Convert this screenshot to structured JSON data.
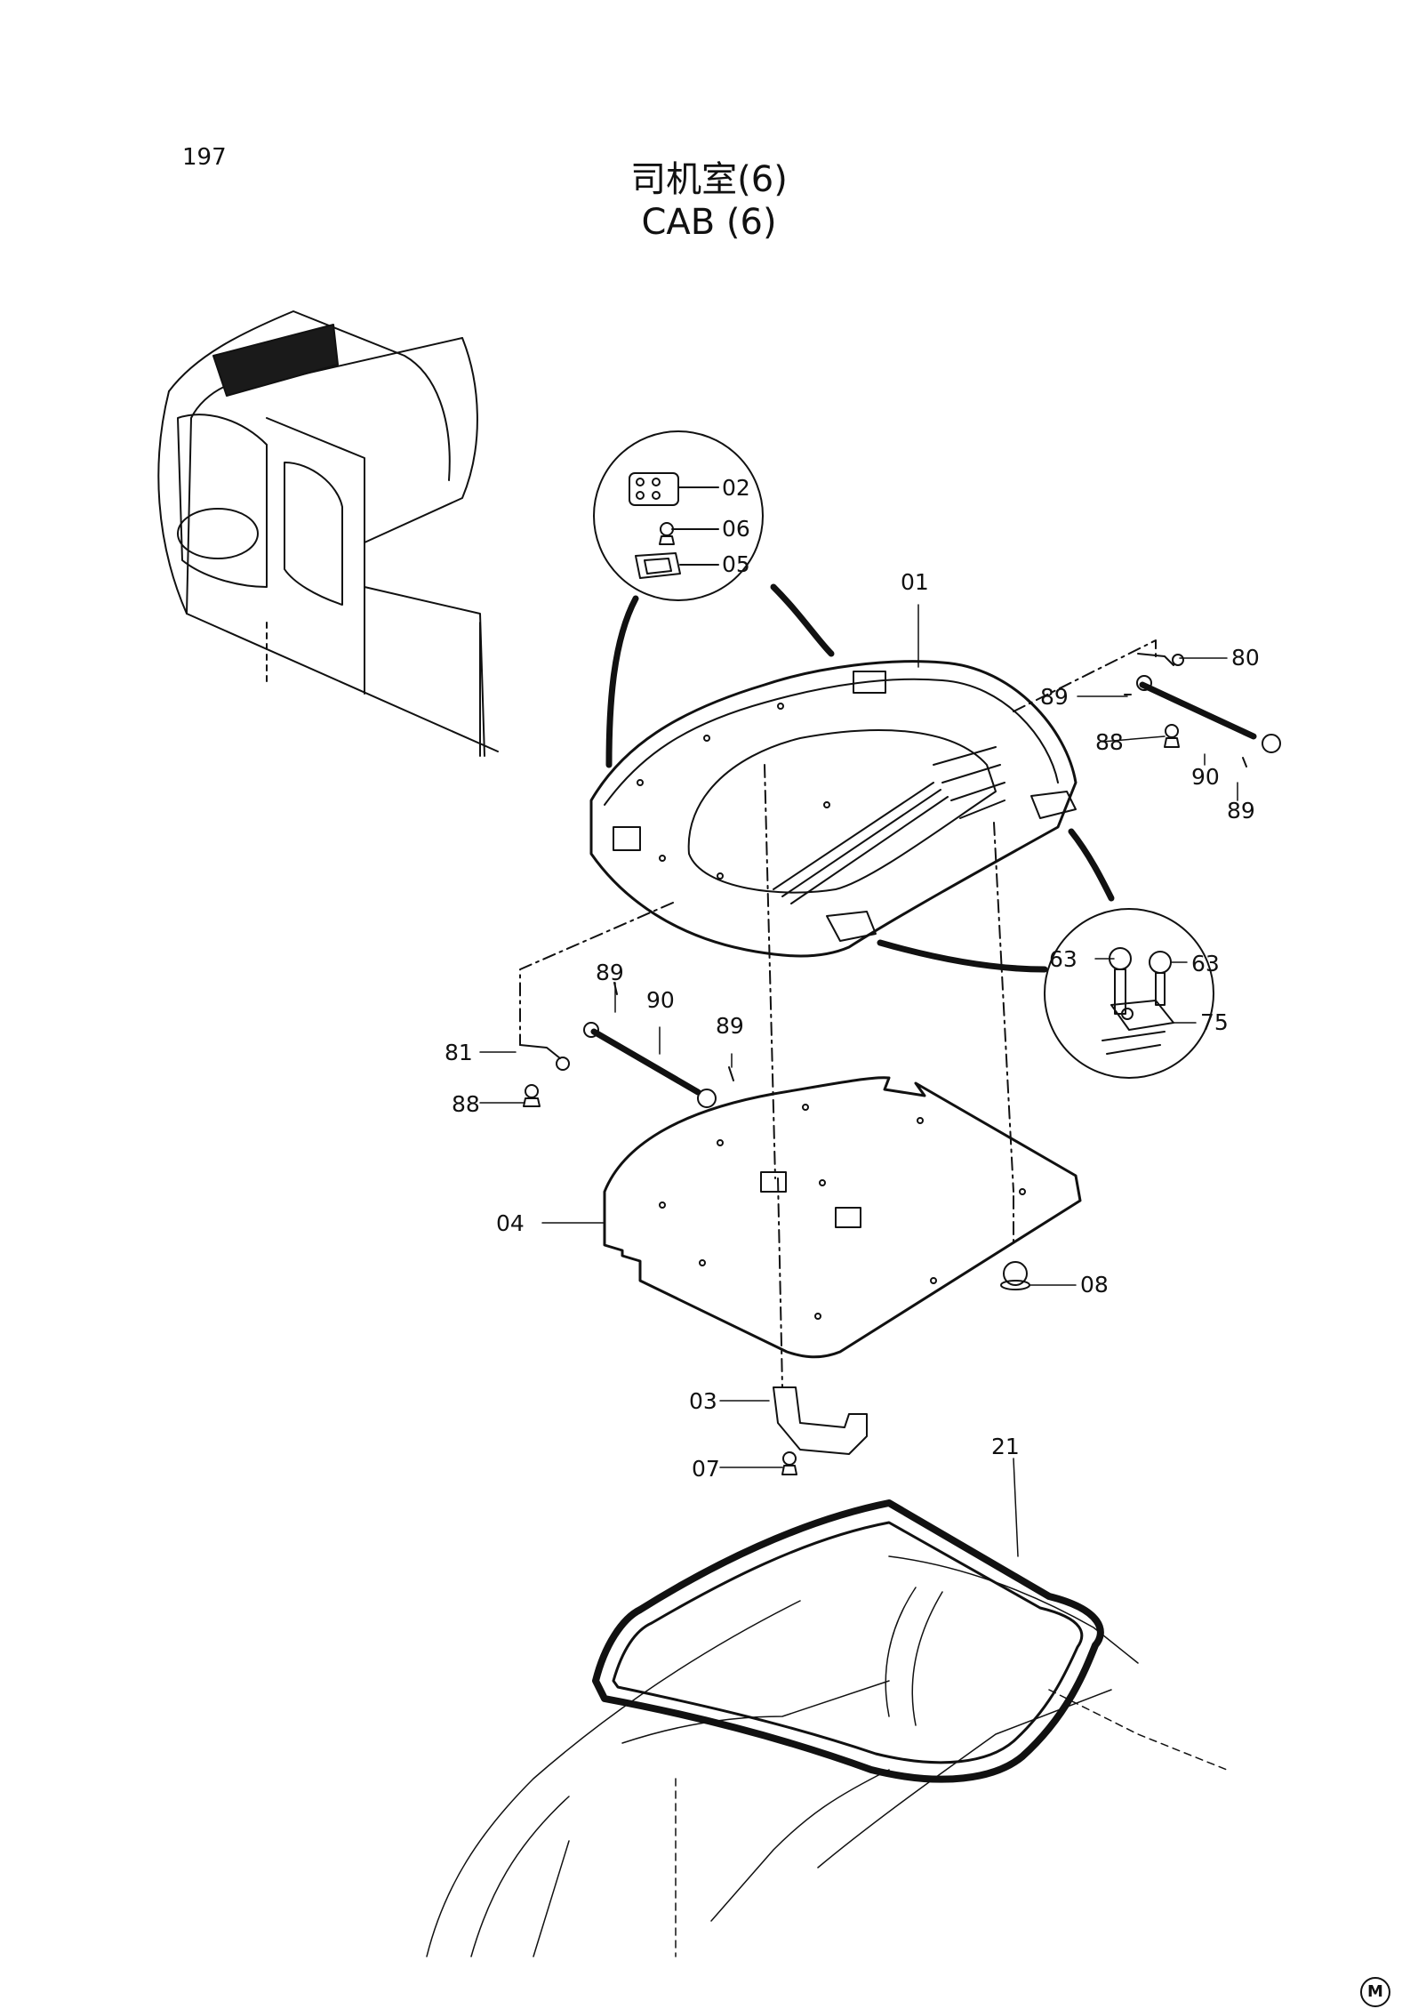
{
  "page": {
    "number": "197",
    "title_cn": "司机室(6)",
    "title_en": "CAB (6)",
    "corner_mark": "M"
  },
  "callouts": {
    "p01": "01",
    "p02": "02",
    "p03": "03",
    "p04": "04",
    "p05": "05",
    "p06": "06",
    "p07": "07",
    "p08": "08",
    "p21": "21",
    "p63a": "63",
    "p63b": "63",
    "p75": "75",
    "p80": "80",
    "p81": "81",
    "p88a": "88",
    "p88b": "88",
    "p89a": "89",
    "p89b": "89",
    "p89c": "89",
    "p89d": "89",
    "p90a": "90",
    "p90b": "90"
  },
  "colors": {
    "ink": "#111111",
    "paper": "#ffffff"
  }
}
